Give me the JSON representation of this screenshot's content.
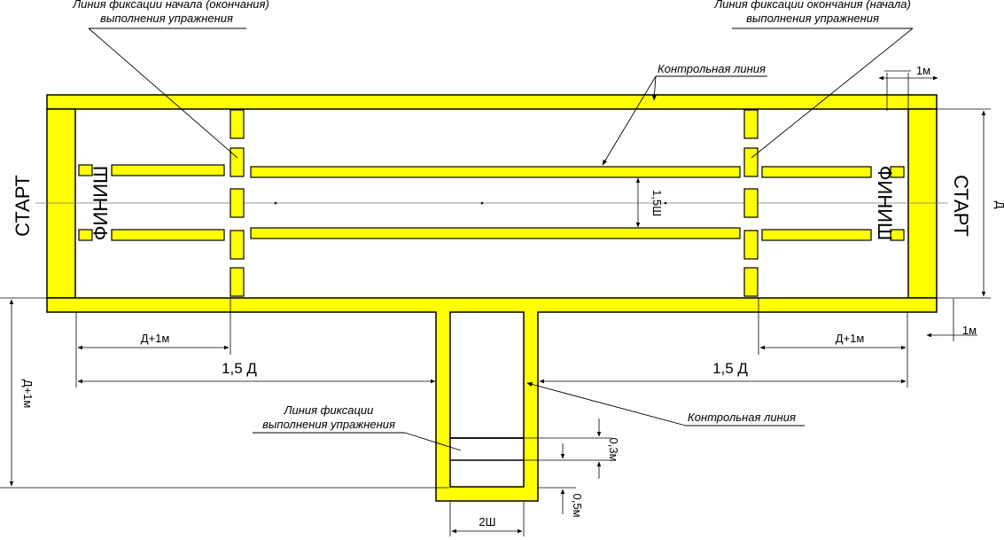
{
  "colors": {
    "stripe": "#ffff00",
    "outline": "#000000",
    "background": "#ffffff"
  },
  "labels": {
    "start_label": "СТАРТ",
    "finish_label": "ФИНИШ",
    "fix_start_line_1": "Линия фиксации начала (окончания)",
    "fix_start_line_2": "выполнения упражнения",
    "fix_end_line_1": "Линия фиксации окончания (начала)",
    "fix_end_line_2": "выполнения упражнения",
    "control_line": "Контрольная линия",
    "fix_bottom_line_1": "Линия фиксации",
    "fix_bottom_line_2": "выполнения упражнения"
  },
  "dimensions": {
    "one_m": "1м",
    "d": "Д",
    "d_plus_1m": "Д+1м",
    "one_and_half_d": "1,5 Д",
    "one_and_half_sh": "1,5Ш",
    "zero_three_m": "0,3м",
    "zero_five_m": "0,5м",
    "two_sh": "2Ш"
  }
}
